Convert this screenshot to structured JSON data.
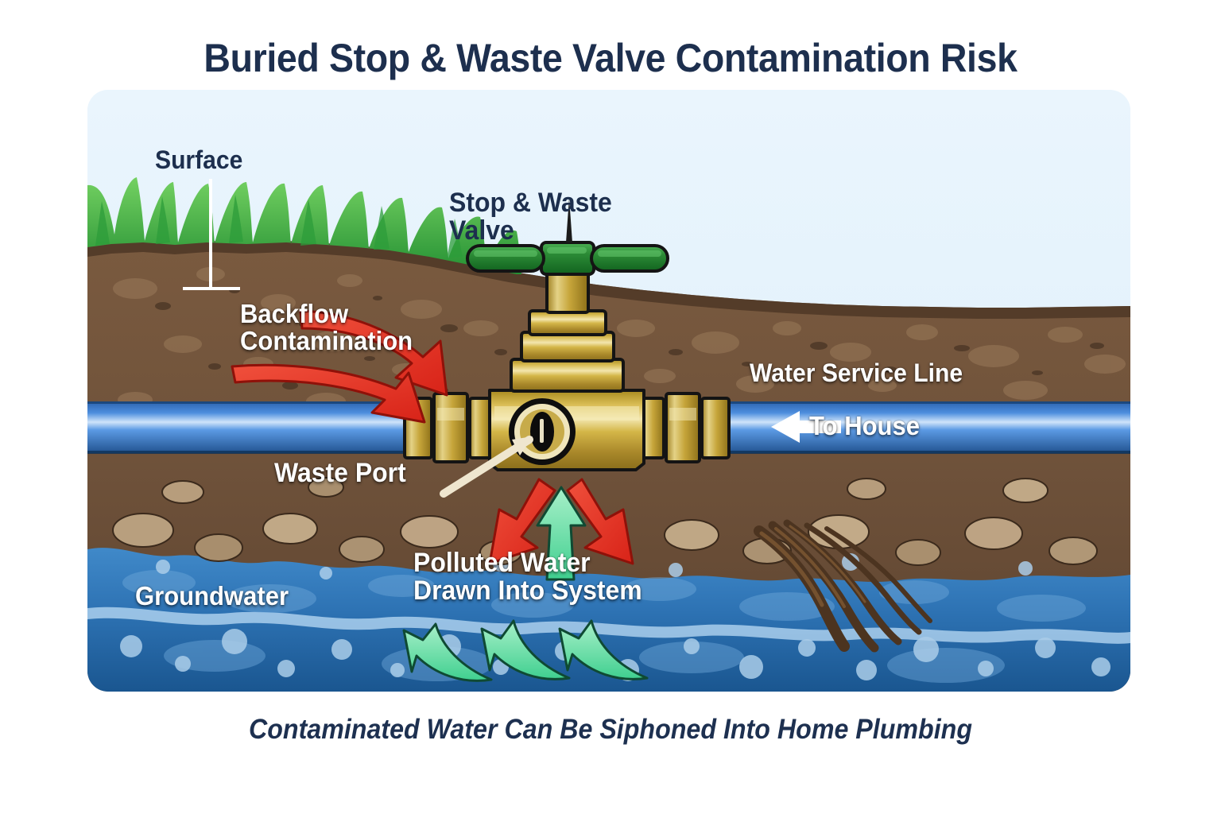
{
  "title": "Buried Stop & Waste Valve Contamination Risk",
  "caption": "Contaminated Water Can Be Siphoned Into Home Plumbing",
  "labels": {
    "surface": "Surface",
    "valve": "Stop & Waste\nValve",
    "backflow": "Backflow\nContamination",
    "waste_port": "Waste Port",
    "service_line": "Water Service Line",
    "to_house": "To House",
    "groundwater": "Groundwater",
    "polluted": "Polluted Water\nDrawn Into System"
  },
  "colors": {
    "title_navy": "#1d2f4e",
    "sky": "#e6f2fc",
    "soil_top": "#6b4b33",
    "soil_body": "#7d5c41",
    "soil_deep": "#6a4a33",
    "grass_green": "#3aa13a",
    "grass_light": "#63c65a",
    "brass_light": "#e8d486",
    "brass_mid": "#c9a83c",
    "brass_dark": "#9a7d21",
    "handle_green": "#1f7a2e",
    "handle_green_light": "#3da54a",
    "pipe_blue": "#3576c8",
    "pipe_blue_light": "#7fb6ef",
    "water_top": "#3e86c6",
    "water_mid": "#2a6eae",
    "water_deep": "#1b5790",
    "arrow_red": "#e8352a",
    "arrow_mint": "#6de0a8",
    "pointer_cream": "#efe6cf",
    "label_white": "#ffffff"
  },
  "diagram": {
    "type": "cross-section-illustration",
    "layers": [
      {
        "name": "sky",
        "depth_order": 1
      },
      {
        "name": "grass",
        "depth_order": 2
      },
      {
        "name": "soil",
        "depth_order": 3
      },
      {
        "name": "groundwater",
        "depth_order": 4
      }
    ],
    "elements": [
      {
        "name": "stop-and-waste-valve",
        "material": "brass",
        "handle": "green T-handle"
      },
      {
        "name": "water-service-line",
        "material": "blue pipe",
        "flow_direction": "left toward house"
      },
      {
        "name": "waste-port",
        "state": "open to soil"
      },
      {
        "name": "tree-roots",
        "location": "right side of groundwater"
      }
    ],
    "flow_arrows": [
      {
        "name": "backflow-arrow-upper",
        "color": "#e8352a",
        "direction": "down-right"
      },
      {
        "name": "backflow-arrow-lower",
        "color": "#e8352a",
        "direction": "down-right"
      },
      {
        "name": "leak-arrow-left",
        "color": "#e8352a",
        "direction": "down-left"
      },
      {
        "name": "leak-arrow-right",
        "color": "#e8352a",
        "direction": "down-right"
      },
      {
        "name": "siphon-arrow-center",
        "color": "#6de0a8",
        "direction": "up"
      },
      {
        "name": "siphon-arrow-1",
        "color": "#6de0a8",
        "direction": "up-left"
      },
      {
        "name": "siphon-arrow-2",
        "color": "#6de0a8",
        "direction": "up-left"
      },
      {
        "name": "siphon-arrow-3",
        "color": "#6de0a8",
        "direction": "up-left"
      }
    ]
  }
}
